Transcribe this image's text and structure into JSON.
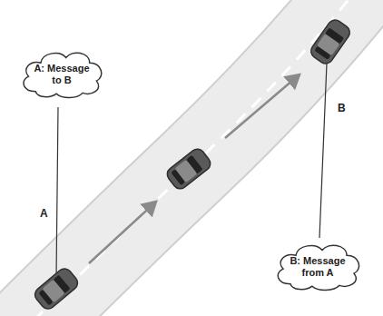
{
  "diagram": {
    "nodes": [
      {
        "text": [
          "A: Message to B"
        ]
      },
      {
        "text": [
          "B: Message from A"
        ]
      }
    ],
    "labels": [
      "A",
      "B"
    ]
  }
}
